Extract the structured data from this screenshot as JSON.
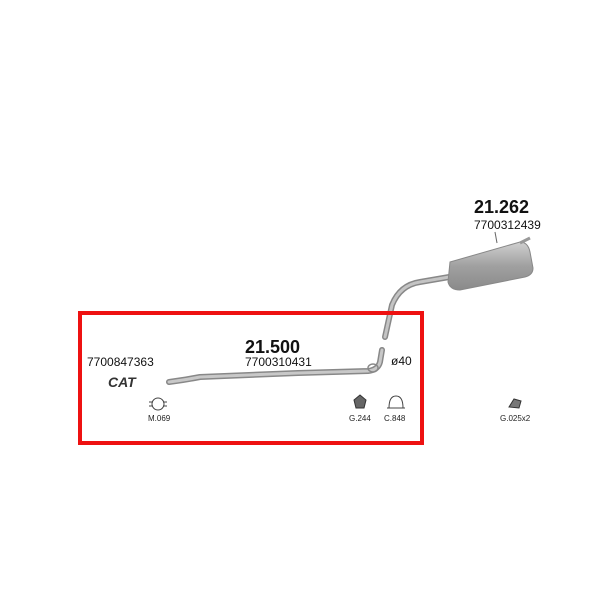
{
  "parts": [
    {
      "number": "21.262",
      "oe": "7700312439"
    },
    {
      "number": "21.500",
      "oe": "7700310431"
    }
  ],
  "cat": {
    "oe": "7700847363",
    "label": "CAT"
  },
  "diameter": "ø40",
  "accessories": [
    {
      "code": "M.069",
      "icon": "clamp-ring-icon"
    },
    {
      "code": "G.244",
      "icon": "rubber-hanger-icon"
    },
    {
      "code": "C.848",
      "icon": "u-clamp-icon"
    },
    {
      "code": "G.025x2",
      "icon": "rubber-mount-icon"
    }
  ],
  "colors": {
    "highlight": "#ee1111",
    "pipe": "#a8a8a8"
  }
}
